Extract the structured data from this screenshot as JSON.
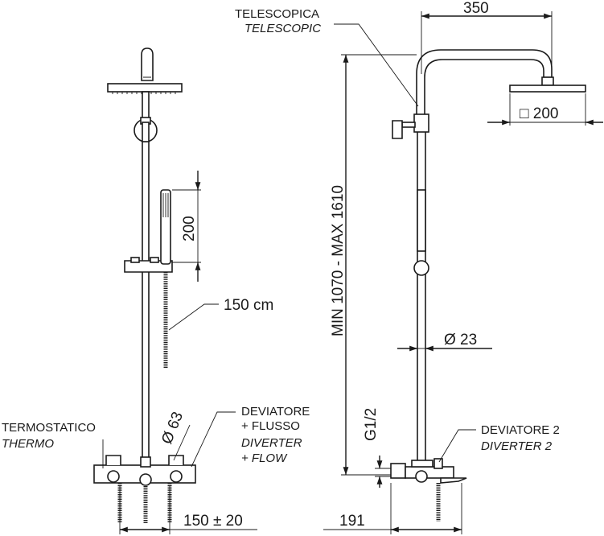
{
  "labels": {
    "telescopic_it": "TELESCOPICA",
    "telescopic_en": "TELESCOPIC",
    "thermo_it": "TERMOSTATICO",
    "thermo_en": "THERMO",
    "diverter_flow_it_1": "DEVIATORE",
    "diverter_flow_it_2": "+ FLUSSO",
    "diverter_flow_en_1": "DIVERTER",
    "diverter_flow_en_2": "+ FLOW",
    "diverter2_it": "DEVIATORE 2",
    "diverter2_en": "DIVERTER 2"
  },
  "dimensions": {
    "top_width": "350",
    "head_size": "□ 200",
    "hand_shower_len": "200",
    "hose_len": "150 cm",
    "height_range": "MIN 1070 - MAX 1610",
    "diameter_63": "Ø 63",
    "diameter_23": "Ø 23",
    "thread": "G1/2",
    "spacing": "150 ± 20",
    "depth": "191"
  }
}
